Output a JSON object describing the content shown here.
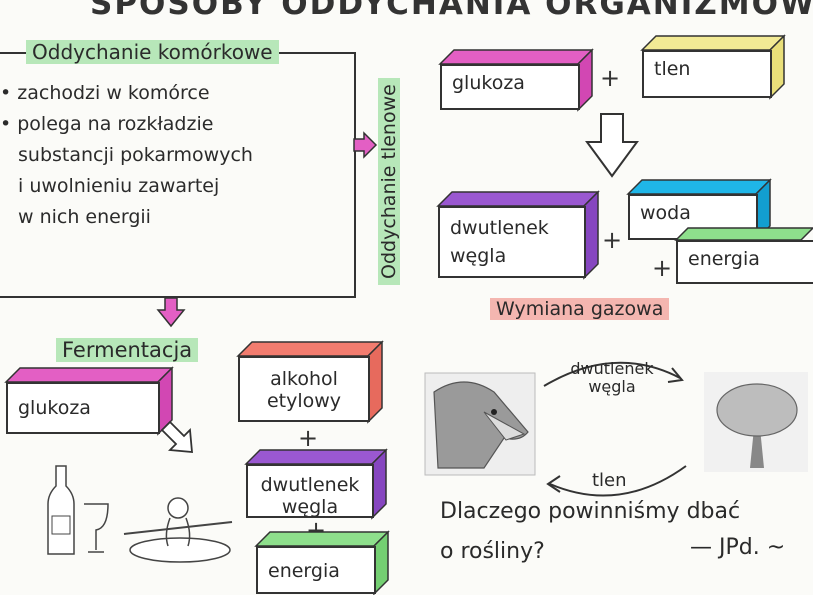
{
  "title": "SPOSOBY ODDYCHANIA ORGANIZMÓW",
  "cellular": {
    "heading": "Oddychanie komórkowe",
    "bullets": [
      "zachodzi w komórce",
      "polega na rozkładzie",
      "substancji pokarmowych",
      "i uwolnieniu zawartej",
      "w nich energii"
    ]
  },
  "aerobic": {
    "label": "Oddychanie tlenowe",
    "glukoza": "glukoza",
    "tlen": "tlen",
    "dwutlenek": [
      "dwutlenek",
      "węgla"
    ],
    "woda": "woda",
    "energia": "energia",
    "plus": "+"
  },
  "fermentation": {
    "heading": "Fermentacja",
    "glukoza": "glukoza",
    "alkohol": [
      "alkohol",
      "etylowy"
    ],
    "dwutlenek": [
      "dwutlenek",
      "węgla"
    ],
    "energia": "energia",
    "plus": "+"
  },
  "gas_exchange": {
    "heading": "Wymiana gazowa",
    "top_label": [
      "dwutlenek",
      "węgla"
    ],
    "bottom_label": "tlen",
    "icons": [
      "dog-icon",
      "tree-icon"
    ]
  },
  "question": [
    "Dlaczego powinniśmy dbać",
    "o rośliny?"
  ],
  "signature": "— JPd. ~",
  "colors": {
    "magenta": "#e35fc4",
    "yellow": "#f2ea95",
    "purple": "#9a58d1",
    "cyan": "#1fb6e8",
    "green": "#8edf8c",
    "salmon": "#f27c6f",
    "highlight_green": "#b7e7b9",
    "highlight_pink": "#f4b6b0"
  }
}
